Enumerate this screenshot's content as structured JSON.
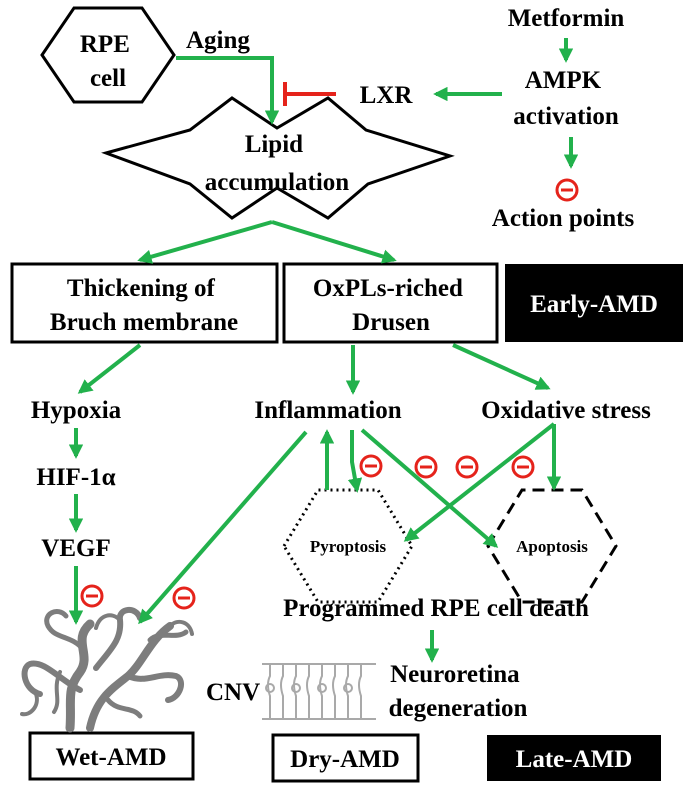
{
  "colors": {
    "arrow": "#22b14c",
    "inhibit": "#e5231b",
    "action_point": "#e5231b",
    "label_box_fill": "#000000"
  },
  "nodes": {
    "rpe_cell": [
      "RPE",
      "cell"
    ],
    "aging": "Aging",
    "metformin": "Metformin",
    "ampk": [
      "AMPK",
      "activation"
    ],
    "lxr": "LXR",
    "lipid": [
      "Lipid",
      "accumulation"
    ],
    "action_points": "Action points",
    "bruch": [
      "Thickening of",
      "Bruch membrane"
    ],
    "drusen": [
      "OxPLs-riched",
      "Drusen"
    ],
    "early_amd": "Early-AMD",
    "hypoxia": "Hypoxia",
    "hif": "HIF-1α",
    "vegf": "VEGF",
    "inflammation": "Inflammation",
    "oxidative": "Oxidative stress",
    "pyroptosis": "Pyroptosis",
    "apoptosis": "Apoptosis",
    "programmed_death": "Programmed RPE cell death",
    "cnv": "CNV",
    "neuroretina": [
      "Neuroretina",
      "degeneration"
    ],
    "wet_amd": "Wet-AMD",
    "dry_amd": "Dry-AMD",
    "late_amd": "Late-AMD"
  },
  "icons": [
    "action-point-icon",
    "neovascularization-icon",
    "photoreceptor-icon"
  ]
}
